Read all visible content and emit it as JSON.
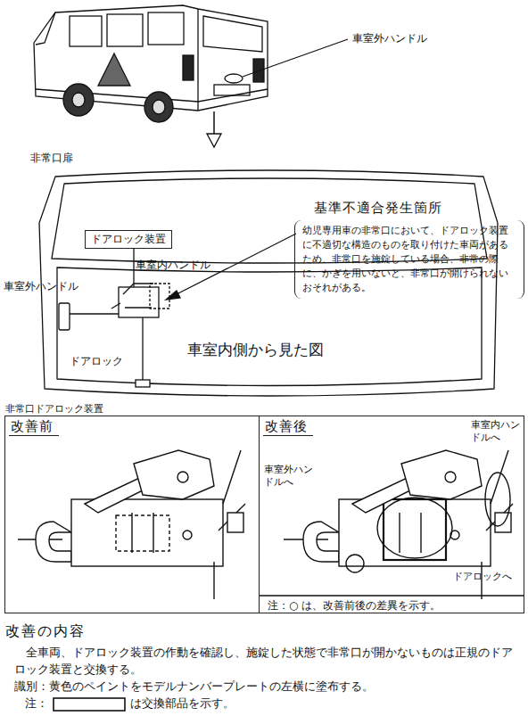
{
  "diagram": {
    "nodes": [
      {
        "text": [
          "基準不適合発生箇所",
          "幼児専用車の非常口において、ドアロック装置に不適切な構造のものを取り付けた車両があるため、非常口を施錠している場合、非常の際に、かぎを用いないと、非常口が開けられないおそれがある。"
        ]
      },
      {
        "text": [
          "ドアロック装置"
        ]
      },
      {
        "text": [
          "改善前"
        ]
      },
      {
        "text": [
          "改善後"
        ]
      }
    ],
    "labels": [
      "車室外ハンドル",
      "非常口扉",
      "車室外ハンドル",
      "車室内ハンドル",
      "ドアロック",
      "車室内側から見た図",
      "非常口ドアロック装置",
      "車室内ハンドルへ",
      "車室外ハンドルへ",
      "ドアロックへ",
      "注：○ は、改善前後の差異を示す。",
      "改善の内容",
      "全車両、ドアロック装置の作動を確認し、施錠した状態で非常口が開かないものは正規のドアロック装置と交換する。",
      "識別：黄色のペイントをモデルナンバープレートの左横に塗布する。",
      "注：",
      "は交換部品を示す。"
    ]
  }
}
